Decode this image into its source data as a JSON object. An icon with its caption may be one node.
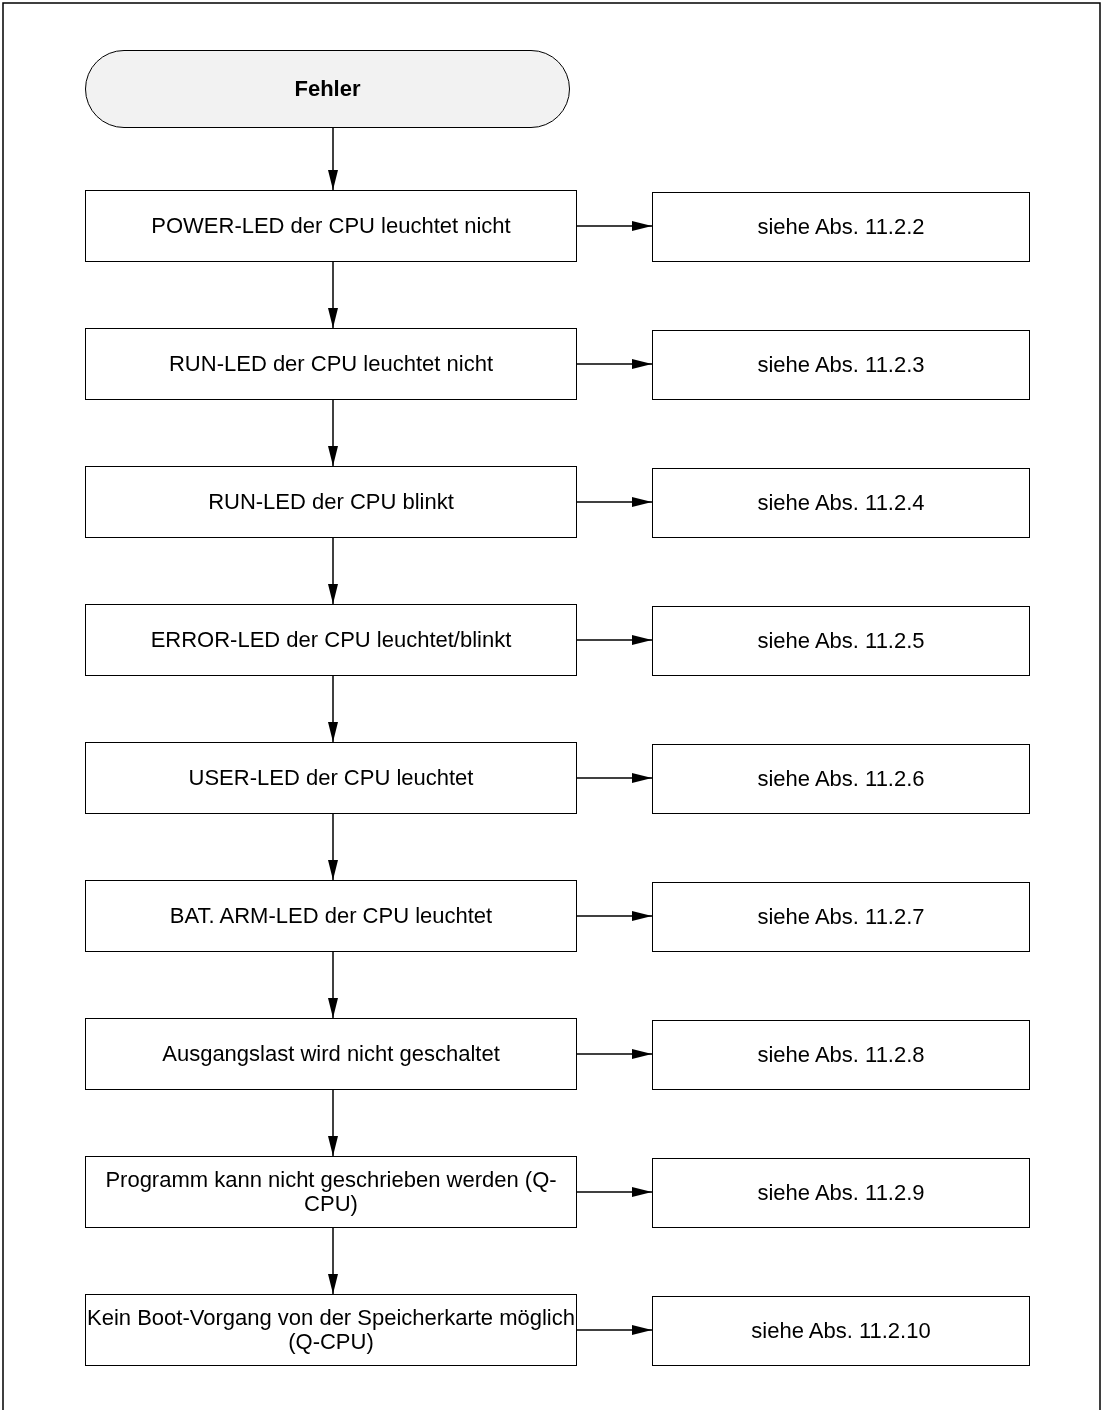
{
  "diagram": {
    "nodes": [
      {
        "text": [
          "Fehler"
        ]
      },
      {
        "text": [
          "POWER-LED der CPU leuchtet nicht"
        ]
      },
      {
        "text": [
          "siehe Abs. 11.2.2"
        ]
      },
      {
        "text": [
          "RUN-LED der CPU leuchtet nicht"
        ]
      },
      {
        "text": [
          "siehe Abs. 11.2.3"
        ]
      },
      {
        "text": [
          "RUN-LED der CPU blinkt"
        ]
      },
      {
        "text": [
          "siehe Abs. 11.2.4"
        ]
      },
      {
        "text": [
          "ERROR-LED der CPU leuchtet/blinkt"
        ]
      },
      {
        "text": [
          "siehe Abs. 11.2.5"
        ]
      },
      {
        "text": [
          "USER-LED der CPU leuchtet"
        ]
      },
      {
        "text": [
          "siehe Abs. 11.2.6"
        ]
      },
      {
        "text": [
          "BAT. ARM-LED der CPU leuchtet"
        ]
      },
      {
        "text": [
          "siehe Abs. 11.2.7"
        ]
      },
      {
        "text": [
          "Ausgangslast wird nicht geschaltet"
        ]
      },
      {
        "text": [
          "siehe Abs. 11.2.8"
        ]
      },
      {
        "text": [
          "Programm kann nicht geschrieben werden (Q-CPU)"
        ]
      },
      {
        "text": [
          "siehe Abs. 11.2.9"
        ]
      },
      {
        "text": [
          "Kein Boot-Vorgang von der Speicherkarte möglich (Q-CPU)"
        ]
      },
      {
        "text": [
          "siehe Abs. 11.2.10"
        ]
      }
    ],
    "edges": [
      {
        "from": 0,
        "to": 1,
        "arrow": "to"
      },
      {
        "from": 1,
        "to": 2,
        "arrow": "to"
      },
      {
        "from": 1,
        "to": 3,
        "arrow": "to"
      },
      {
        "from": 3,
        "to": 4,
        "arrow": "to"
      },
      {
        "from": 3,
        "to": 5,
        "arrow": "to"
      },
      {
        "from": 5,
        "to": 6,
        "arrow": "to"
      },
      {
        "from": 5,
        "to": 7,
        "arrow": "to"
      },
      {
        "from": 7,
        "to": 8,
        "arrow": "to"
      },
      {
        "from": 7,
        "to": 9,
        "arrow": "to"
      },
      {
        "from": 9,
        "to": 10,
        "arrow": "to"
      },
      {
        "from": 9,
        "to": 11,
        "arrow": "to"
      },
      {
        "from": 11,
        "to": 12,
        "arrow": "to"
      },
      {
        "from": 11,
        "to": 13,
        "arrow": "to"
      },
      {
        "from": 13,
        "to": 14,
        "arrow": "to"
      },
      {
        "from": 13,
        "to": 15,
        "arrow": "to"
      },
      {
        "from": 15,
        "to": 16,
        "arrow": "to"
      },
      {
        "from": 15,
        "to": 17,
        "arrow": "to"
      },
      {
        "from": 17,
        "to": 18,
        "arrow": "to"
      }
    ]
  }
}
